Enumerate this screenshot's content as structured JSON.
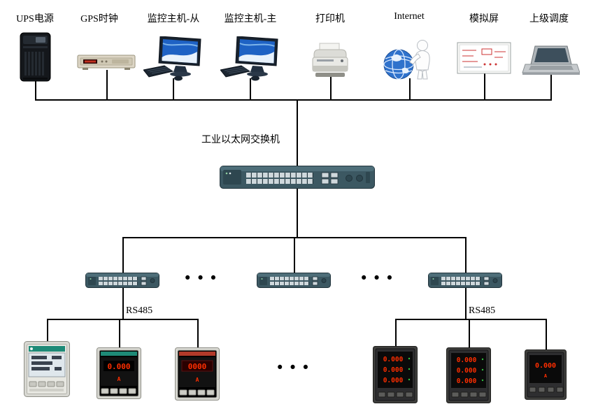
{
  "top_row": {
    "devices": [
      {
        "id": "ups",
        "label": "UPS电源"
      },
      {
        "id": "gps-clock",
        "label": "GPS时钟"
      },
      {
        "id": "monitor-slave",
        "label": "监控主机-从"
      },
      {
        "id": "monitor-master",
        "label": "监控主机-主"
      },
      {
        "id": "printer",
        "label": "打印机"
      },
      {
        "id": "internet",
        "label": "Internet"
      },
      {
        "id": "mimic-panel",
        "label": "模拟屏"
      },
      {
        "id": "dispatch",
        "label": "上级调度"
      }
    ]
  },
  "core_switch": {
    "label": "工业以太网交换机"
  },
  "field_buses": {
    "left_bus_label": "RS485",
    "right_bus_label": "RS485"
  },
  "ellipsis": {
    "glyph": "•••"
  },
  "meters": {
    "m2": {
      "value": "0.000",
      "unit": "A"
    },
    "m3": {
      "value": "0000",
      "unit": "A"
    },
    "m4": {
      "rows": [
        "0.000",
        "0.000",
        "0.000"
      ]
    },
    "m5": {
      "rows": [
        "0.000",
        "0.000",
        "0.000"
      ]
    },
    "m6": {
      "value": "0.000",
      "unit": "A"
    }
  },
  "colors": {
    "line": "#000000",
    "switch_body": "#3c5862",
    "led_red": "#ff2e00",
    "meter_logo_teal": "#1e8a77"
  }
}
